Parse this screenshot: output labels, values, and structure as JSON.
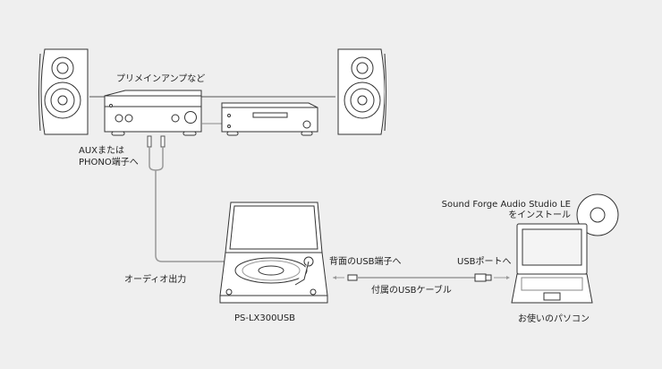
{
  "labels": {
    "amp": "プリメインアンプなど",
    "aux_line1": "AUXまたは",
    "aux_line2": "PHONO端子へ",
    "audio_out": "オーディオ出力",
    "model": "PS-LX300USB",
    "rear_usb": "背面のUSB端子へ",
    "usb_port": "USBポートへ",
    "usb_cable": "付属のUSBケーブル",
    "software_line1": "Sound Forge Audio Studio LE",
    "software_line2": "をインストール",
    "pc": "お使いのパソコン"
  }
}
